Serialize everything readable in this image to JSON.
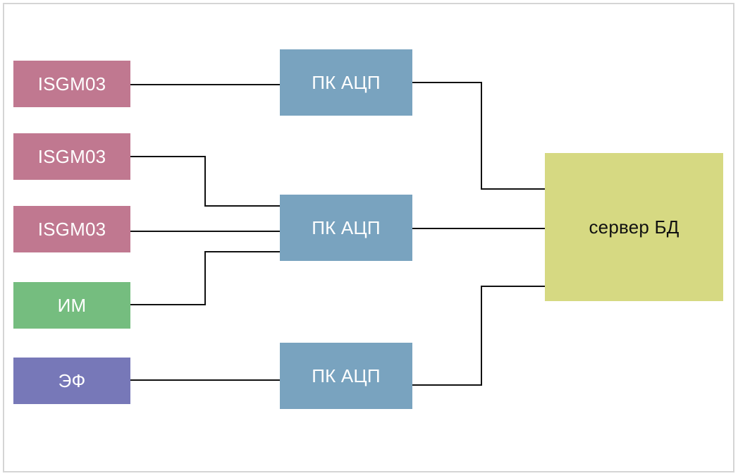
{
  "sources": [
    {
      "label": "ISGM03",
      "color": "#c07890"
    },
    {
      "label": "ISGM03",
      "color": "#c07890"
    },
    {
      "label": "ISGM03",
      "color": "#c07890"
    },
    {
      "label": "ИМ",
      "color": "#75bd7f"
    },
    {
      "label": "ЭФ",
      "color": "#7778b8"
    }
  ],
  "converters": [
    {
      "label": "ПК АЦП",
      "color": "#79a3bf"
    },
    {
      "label": "ПК АЦП",
      "color": "#79a3bf"
    },
    {
      "label": "ПК АЦП",
      "color": "#79a3bf"
    }
  ],
  "server": {
    "label": "сервер БД",
    "color": "#d6d982"
  },
  "line_color": "#111111",
  "connections": [
    {
      "from": "source-1",
      "to": "converter-1"
    },
    {
      "from": "source-2",
      "to": "converter-2"
    },
    {
      "from": "source-3",
      "to": "converter-2"
    },
    {
      "from": "source-4",
      "to": "converter-2"
    },
    {
      "from": "source-5",
      "to": "converter-3"
    },
    {
      "from": "converter-1",
      "to": "server"
    },
    {
      "from": "converter-2",
      "to": "server"
    },
    {
      "from": "converter-3",
      "to": "server"
    }
  ]
}
